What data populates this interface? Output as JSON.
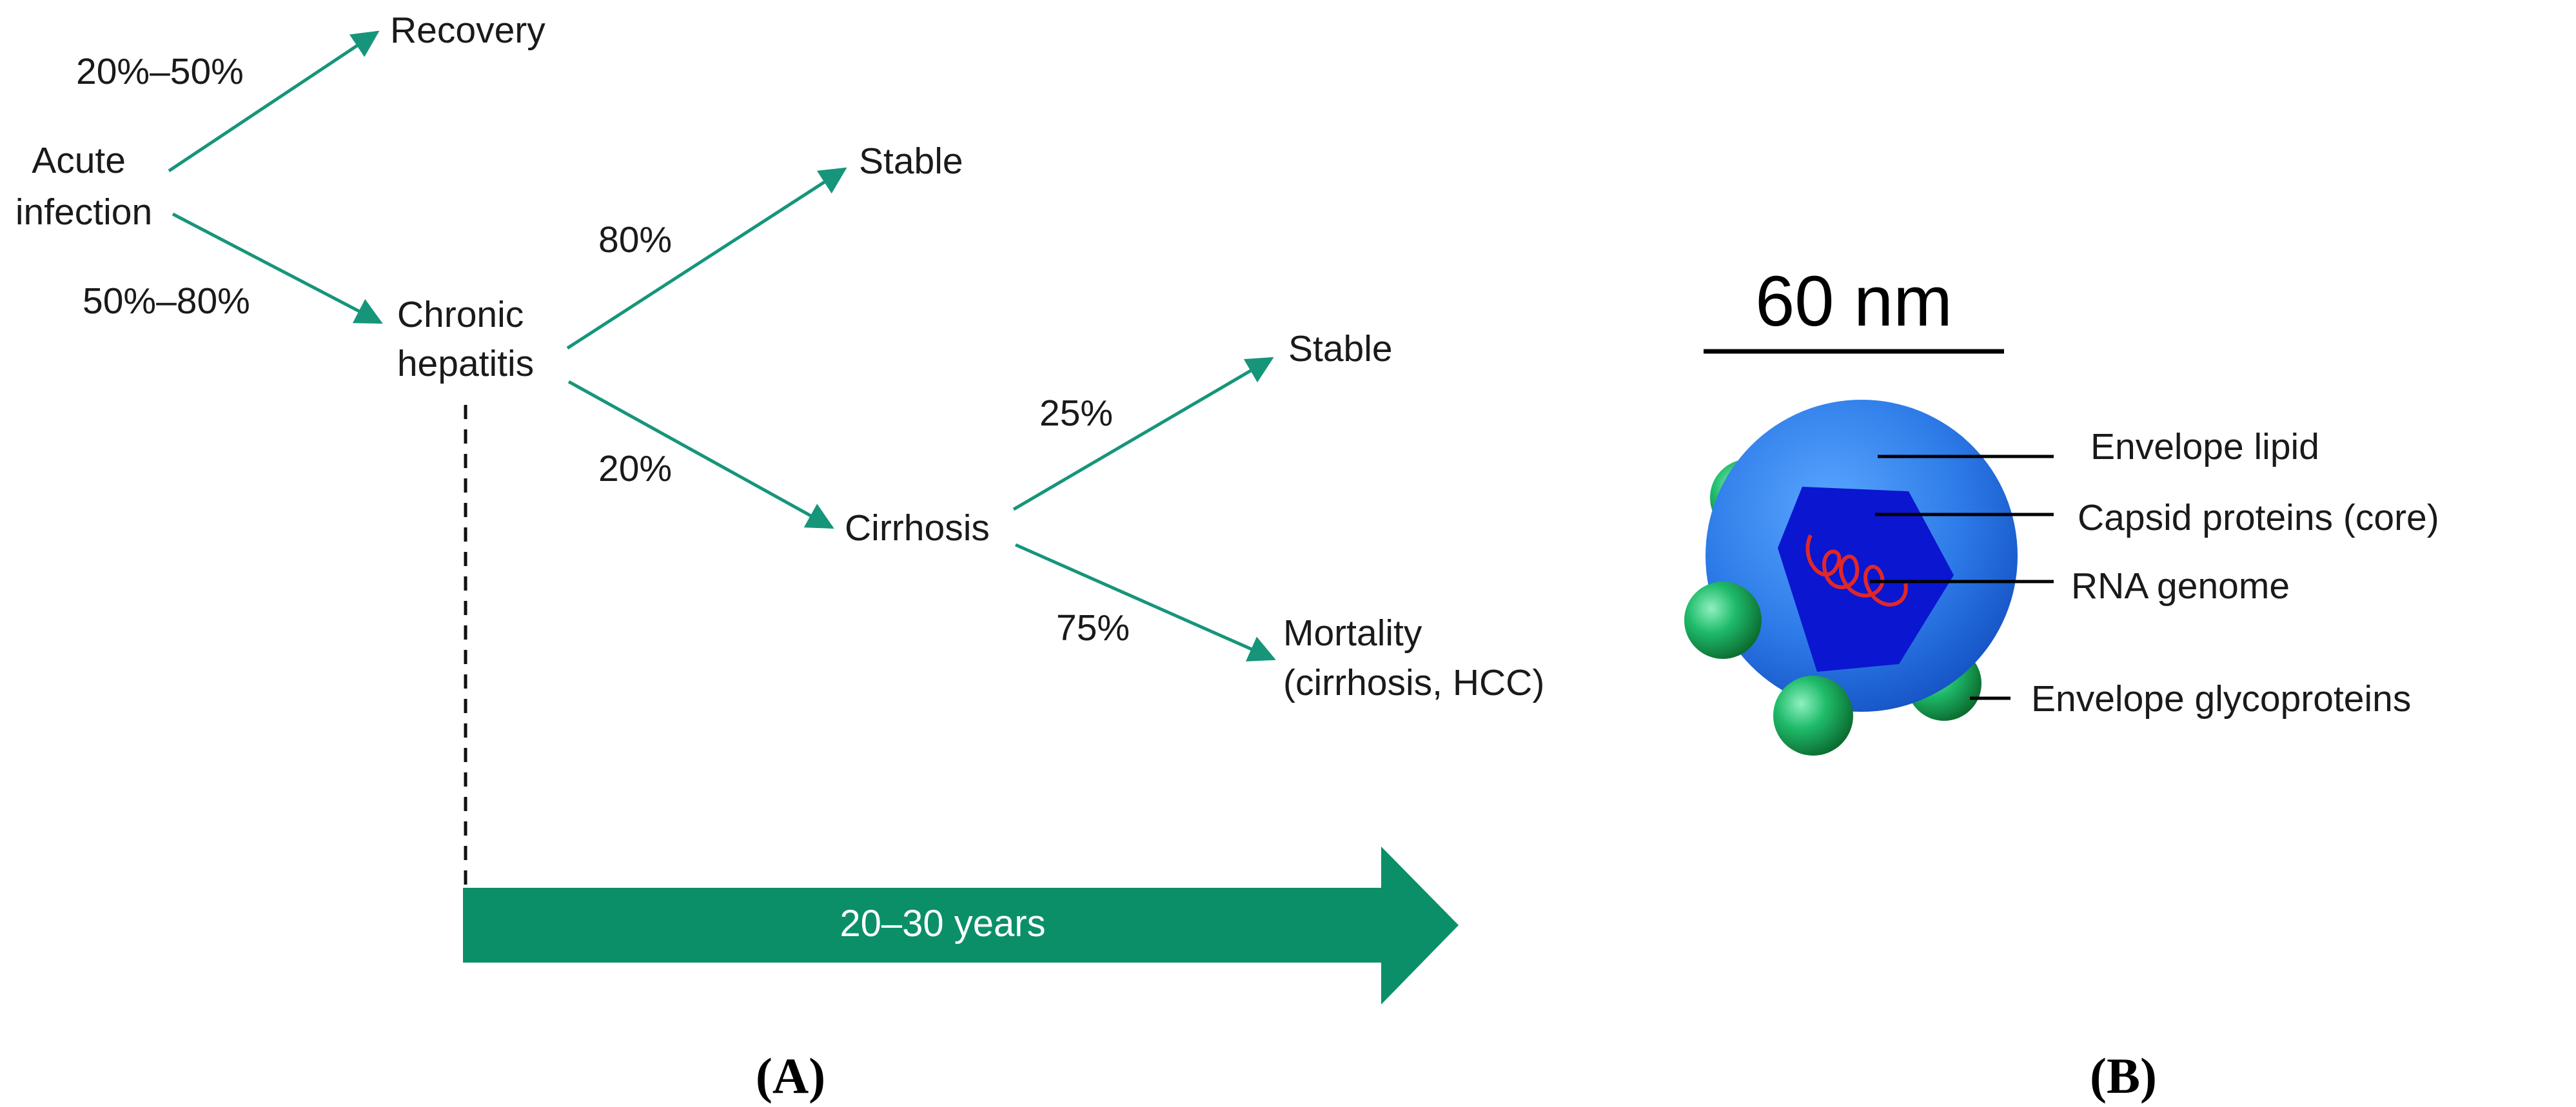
{
  "panel_a": {
    "acute_infection": [
      "Acute",
      "infection"
    ],
    "recovery": "Recovery",
    "chronic_hepatitis": [
      "Chronic",
      "hepatitis"
    ],
    "stable_1": "Stable",
    "cirrhosis": "Cirrhosis",
    "stable_2": "Stable",
    "mortality": [
      "Mortality",
      "(cirrhosis, HCC)"
    ],
    "pct_recovery": "20%–50%",
    "pct_chronic": "50%–80%",
    "pct_stable_1": "80%",
    "pct_cirrhosis": "20%",
    "pct_stable_2": "25%",
    "pct_mortality": "75%",
    "timeline": "20–30 years",
    "label": "(A)"
  },
  "panel_b": {
    "scale": "60 nm",
    "envelope_lipid": "Envelope lipid",
    "capsid": "Capsid proteins (core)",
    "rna": "RNA genome",
    "glycoproteins": "Envelope glycoproteins",
    "label": "(B)"
  },
  "colors": {
    "arrow": "#16957a",
    "timeline_bar": "#0b8f68",
    "envelope": "#2d7be8",
    "capsid": "#0a16d0",
    "rna": "#e02828",
    "glycoprotein": "#1fa852"
  }
}
